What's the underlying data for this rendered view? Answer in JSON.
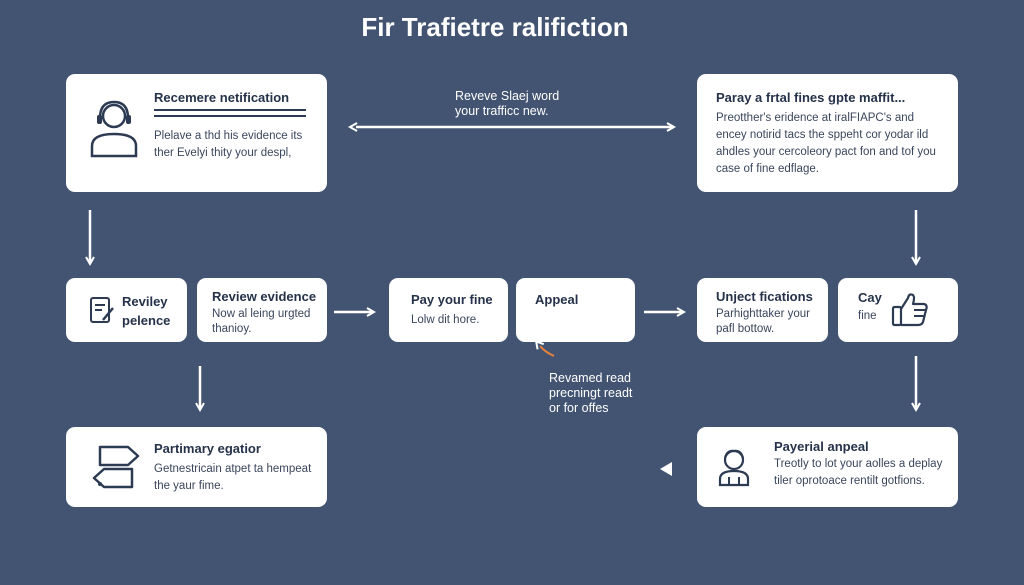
{
  "title": "Fir Trafietre ralifiction",
  "colors": {
    "background": "#435472",
    "card": "#ffffff",
    "arrow": "#ffffff",
    "accent": "#e8813a"
  },
  "top_left": {
    "icon": "support-agent-icon",
    "heading": "Recemere netification",
    "lines": [
      "Plelave a thd his evidence its",
      "ther Evelyi thity your despl,"
    ]
  },
  "top_note": {
    "lines": [
      "Reveve Slaej word",
      "your trafficc new."
    ]
  },
  "top_right": {
    "heading": "Paray a frtal fines gpte maffit...",
    "lines": [
      "Preotther's eridence at iralFIAPC's and",
      "encey notirid tacs the sppeht cor yodar ild",
      "ahdles your cercoleory pact fon and tof you",
      "case of fine edflage."
    ]
  },
  "mid_1": {
    "icon": "evidence-document-icon",
    "lines": [
      "Reviley",
      "pelence"
    ]
  },
  "mid_2": {
    "heading": "Review evidence",
    "lines": [
      "Now al leing urgted",
      "thanioy."
    ]
  },
  "mid_3": {
    "heading": "Pay your fine",
    "lines": [
      "Lolw dit hore."
    ]
  },
  "mid_4": {
    "heading": "Appeal"
  },
  "mid_5": {
    "heading": "Unject fications",
    "lines": [
      "Parhighttaker your",
      "pafl bottow."
    ]
  },
  "mid_6": {
    "icon": "thumbs-up-icon",
    "heading": "Cay",
    "lines": [
      "fine"
    ]
  },
  "appeal_note": {
    "lines": [
      "Revamed read",
      "precningt readt",
      "or for offes"
    ]
  },
  "bottom_left": {
    "icon": "direction-sign-icon",
    "heading": "Partimary egatior",
    "lines": [
      "Getnestricain atpet ta hempeat",
      "the yaur fime."
    ]
  },
  "bottom_right": {
    "icon": "person-icon",
    "heading": "Payerial anpeal",
    "lines": [
      "Treotly to lot your aolles a deplay",
      "tiler oprotoace rentilt gotfions."
    ]
  }
}
